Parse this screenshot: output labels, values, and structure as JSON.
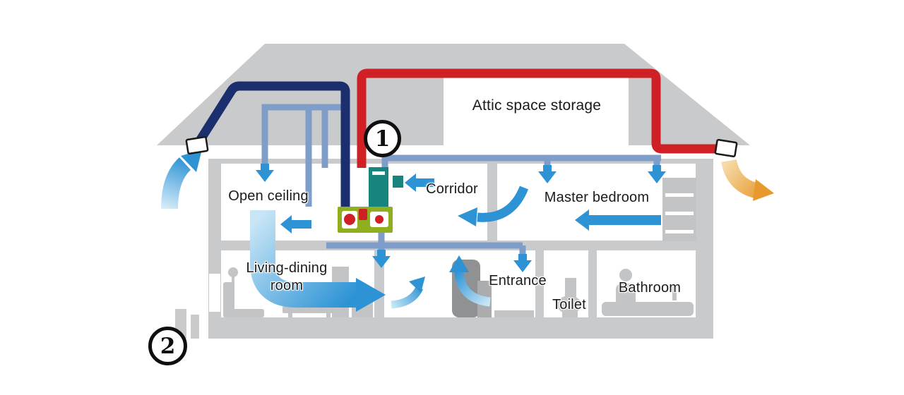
{
  "diagram": {
    "labels": {
      "attic": "Attic space storage",
      "open_ceiling": "Open ceiling",
      "corridor": "Corridor",
      "master_bedroom": "Master bedroom",
      "living_dining_line1": "Living-dining",
      "living_dining_line2": "room",
      "entrance": "Entrance",
      "toilet": "Toilet",
      "bathroom": "Bathroom"
    },
    "markers": {
      "one": "1",
      "two": "2"
    },
    "colors": {
      "structure_gray": "#c9cacb",
      "supply_pipe_navy": "#1b2f6e",
      "exhaust_pipe_red": "#cf2026",
      "duct_blue": "#7f9dc9",
      "airflow_blue": "#2e93d5",
      "exhaust_arrow_orange": "#e8992d",
      "unit_green": "#8faf1f",
      "unit_teal": "#17857d"
    }
  }
}
